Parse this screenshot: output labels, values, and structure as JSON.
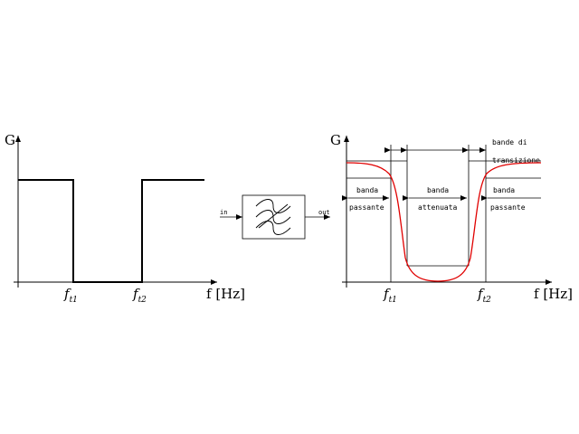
{
  "left_plot": {
    "y_axis_label": "G",
    "x_axis_label": "f [Hz]",
    "tick_f1": {
      "base": "f",
      "sub": "t1"
    },
    "tick_f2": {
      "base": "f",
      "sub": "t2"
    }
  },
  "filter_block": {
    "input_label": "in",
    "output_label": "out"
  },
  "right_plot": {
    "y_axis_label": "G",
    "x_axis_label": "f [Hz]",
    "tick_f1": {
      "base": "f",
      "sub": "t1"
    },
    "tick_f2": {
      "base": "f",
      "sub": "t2"
    },
    "transition_label_line1": "bande di",
    "transition_label_line2": "transizione",
    "left_band_line1": "banda",
    "left_band_line2": "passante",
    "middle_band_line1": "banda",
    "middle_band_line2": "attenuata",
    "right_band_line1": "banda",
    "right_band_line2": "passante"
  },
  "colors": {
    "ink": "#000000",
    "response_curve": "#e00000"
  }
}
